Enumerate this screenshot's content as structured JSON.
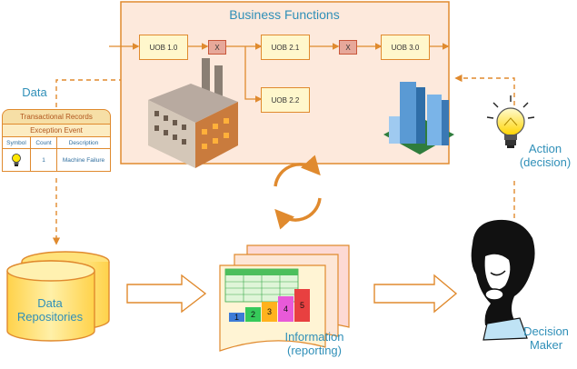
{
  "business": {
    "title": "Business Functions"
  },
  "uob": {
    "u10": "UOB 1.0",
    "u21": "UOB 2.1",
    "u22": "UOB 2.2",
    "u30": "UOB 3.0",
    "x": "X"
  },
  "data_label": "Data",
  "table": {
    "title": "Transactional Records",
    "event": "Exception Event",
    "columns": [
      "Symbol",
      "Count",
      "Description"
    ],
    "row": {
      "count": "1",
      "description": "Machine Failure"
    }
  },
  "repositories": {
    "line1": "Data",
    "line2": "Repositories"
  },
  "information": {
    "line1": "Information",
    "line2": "(reporting)"
  },
  "action": {
    "line1": "Action",
    "line2": "(decision)"
  },
  "decision": {
    "line1": "Decision",
    "line2": "Maker"
  },
  "report_bars": [
    "1",
    "2",
    "3",
    "4",
    "5"
  ],
  "colors": {
    "orange": "#e08a2e",
    "panel_fill": "#fde9dc",
    "label_blue": "#2f8fb8",
    "cylinder": "#ffe27a",
    "bulb": "#ffe600",
    "bar_colors": [
      "#3d7bd6",
      "#36c95a",
      "#ffb21e",
      "#e85ad8",
      "#e84040"
    ]
  }
}
